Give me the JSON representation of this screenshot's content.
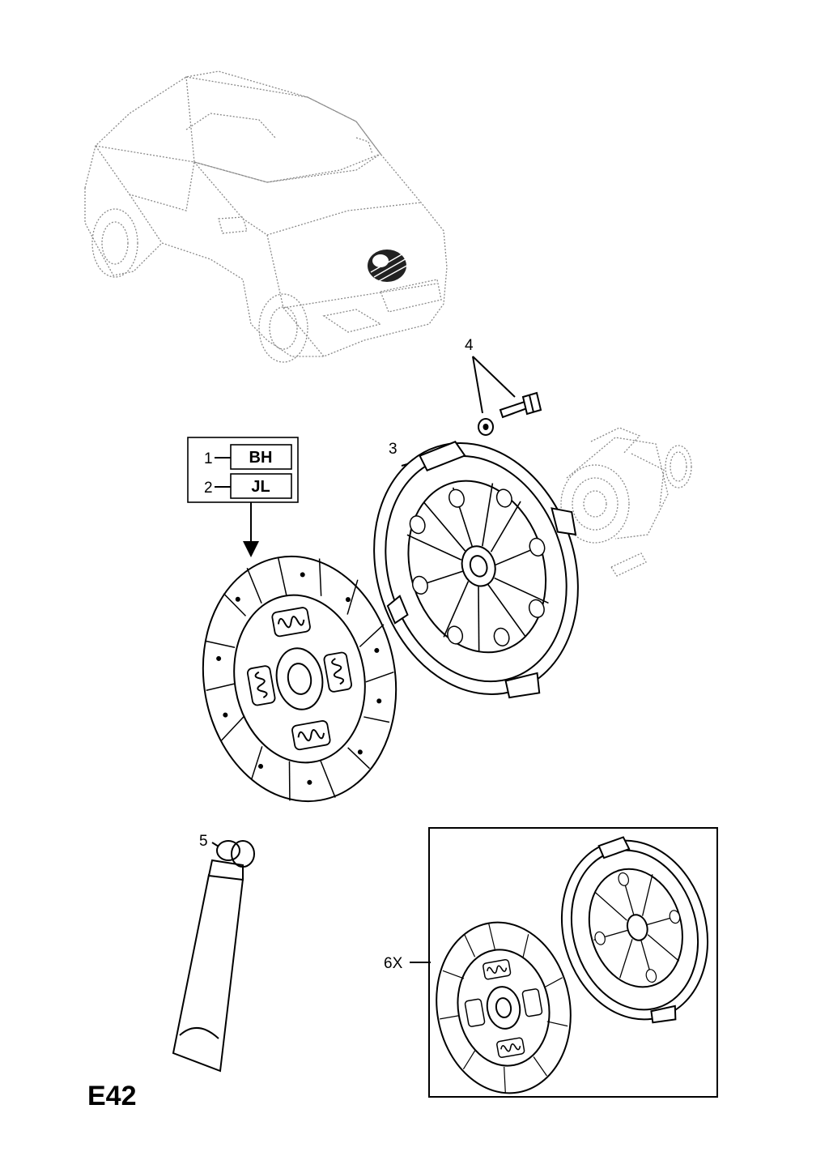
{
  "diagram": {
    "page_id": "E42",
    "callouts": {
      "c1": "1",
      "c2": "2",
      "c3": "3",
      "c4": "4",
      "c5": "5",
      "c6": "6X"
    },
    "variant_codes": {
      "code1": "BH",
      "code2": "JL"
    }
  }
}
